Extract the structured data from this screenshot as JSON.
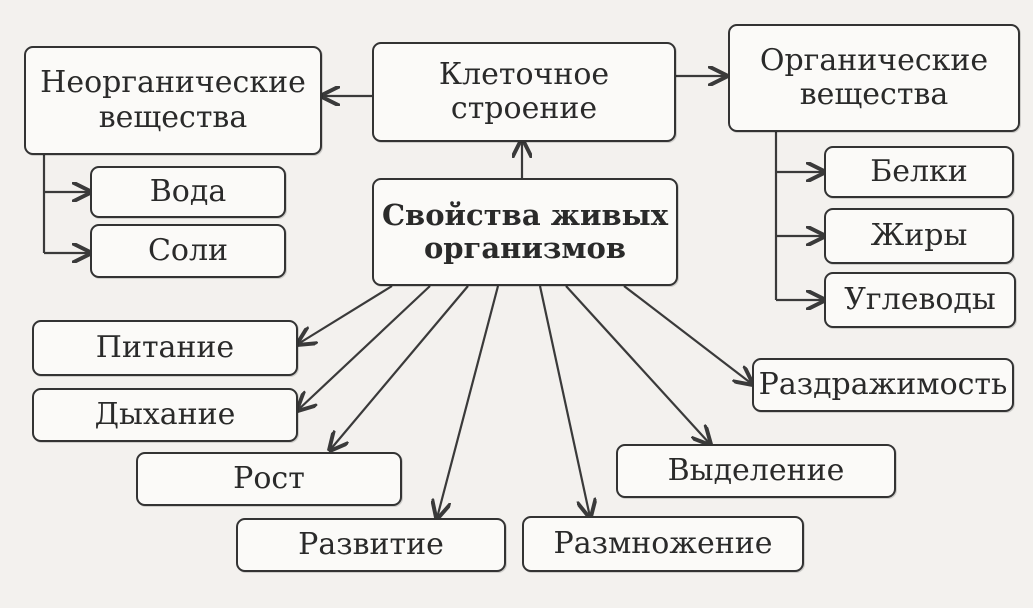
{
  "nodes": {
    "center": "Свойства живых\nорганизмов",
    "cell": "Клеточное\nстроение",
    "inorganic": "Неорганические\nвещества",
    "organic": "Органические\nвещества",
    "water": "Вода",
    "salts": "Соли",
    "proteins": "Белки",
    "fats": "Жиры",
    "carbs": "Углеводы",
    "nutrition": "Питание",
    "respiration": "Дыхание",
    "growth": "Рост",
    "development": "Развитие",
    "reproduction": "Размножение",
    "excretion": "Выделение",
    "irritability": "Раздражимость"
  },
  "colors": {
    "line": "#3a3a3a",
    "box_bg": "#fbfaf8",
    "page_bg": "#f3f1ee"
  }
}
